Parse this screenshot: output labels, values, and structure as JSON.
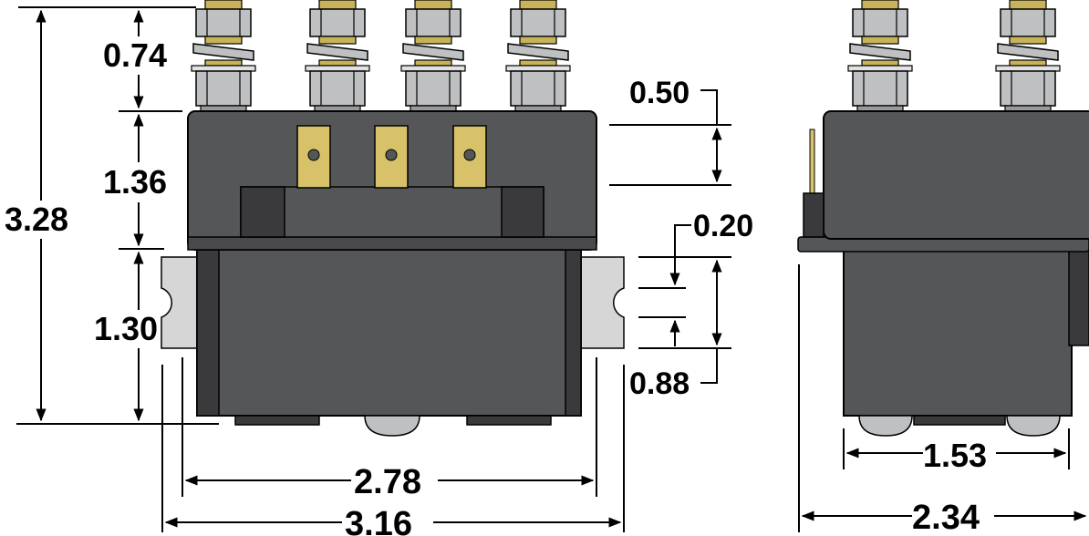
{
  "front_view": {
    "dimensions": {
      "stud_height": "0.74",
      "cap_height": "1.36",
      "overall_height": "3.28",
      "body_height": "1.30",
      "tab_spacing": "0.50",
      "flange_thickness": "0.20",
      "slot_spacing": "0.88",
      "body_width": "2.78",
      "overall_width": "3.16"
    }
  },
  "side_view": {
    "dimensions": {
      "body_depth": "1.53",
      "overall_depth": "2.34"
    }
  },
  "colors": {
    "housing": "#555658",
    "housing_dark": "#3a3a3c",
    "mounting_bracket": "#d6d6d6",
    "nut_silver": "#bfc0c2",
    "thread_brass": "#c8b35a",
    "tab_brass": "#d8c269",
    "outline": "#000000"
  }
}
